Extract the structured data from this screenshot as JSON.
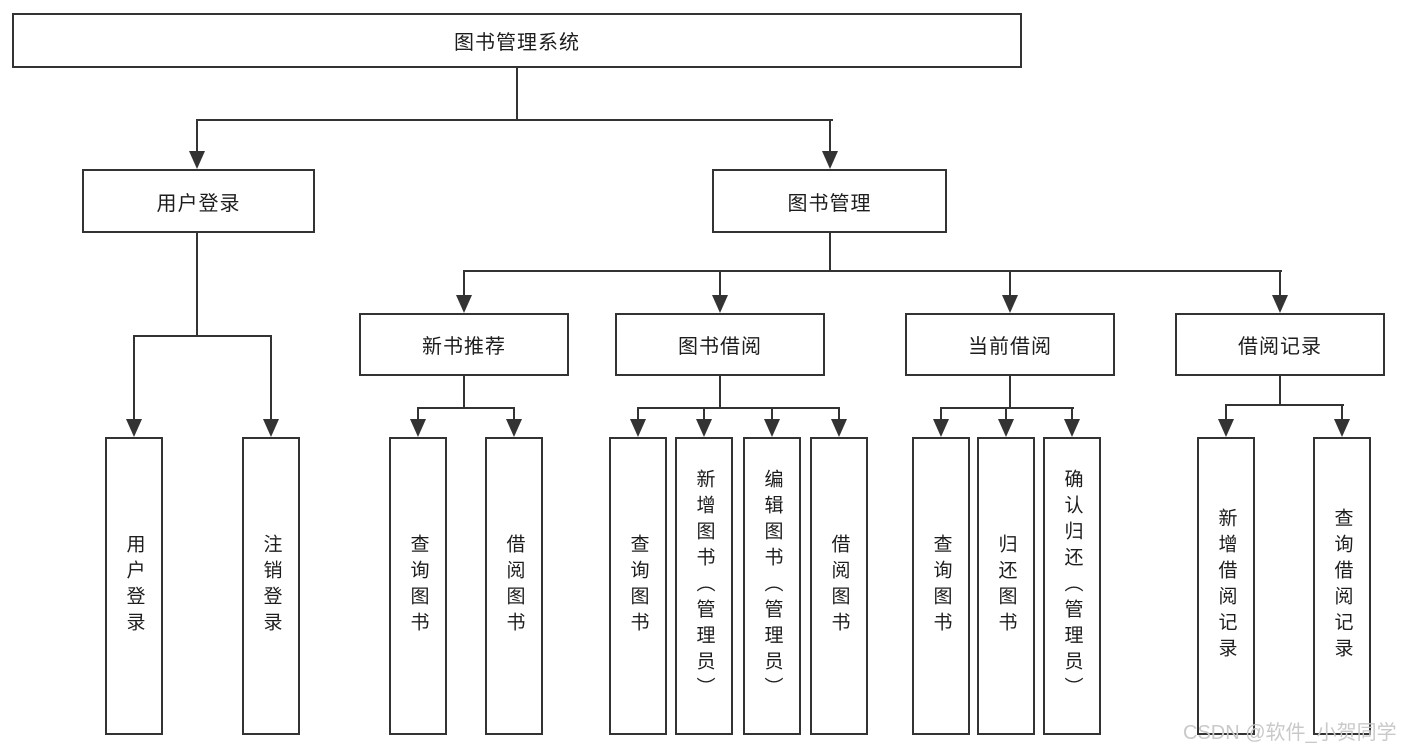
{
  "nodes": {
    "root": "图书管理系统",
    "user_login": "用户登录",
    "book_mgmt": "图书管理",
    "recommend": "新书推荐",
    "borrow": "图书借阅",
    "current": "当前借阅",
    "records": "借阅记录",
    "leaves": {
      "login": [
        "用户登录",
        "注销登录"
      ],
      "recommend": [
        "查询图书",
        "借阅图书"
      ],
      "borrow": [
        "查询图书",
        "新增图书（管理员）",
        "编辑图书（管理员）",
        "借阅图书"
      ],
      "current": [
        "查询图书",
        "归还图书",
        "确认归还（管理员）"
      ],
      "records": [
        "新增借阅记录",
        "查询借阅记录"
      ]
    }
  },
  "watermark": "CSDN @软件_小贺同学",
  "colors": {
    "line": "#333333",
    "background": "#ffffff",
    "text": "#1d1d1f",
    "watermark": "#c9c9c9"
  }
}
